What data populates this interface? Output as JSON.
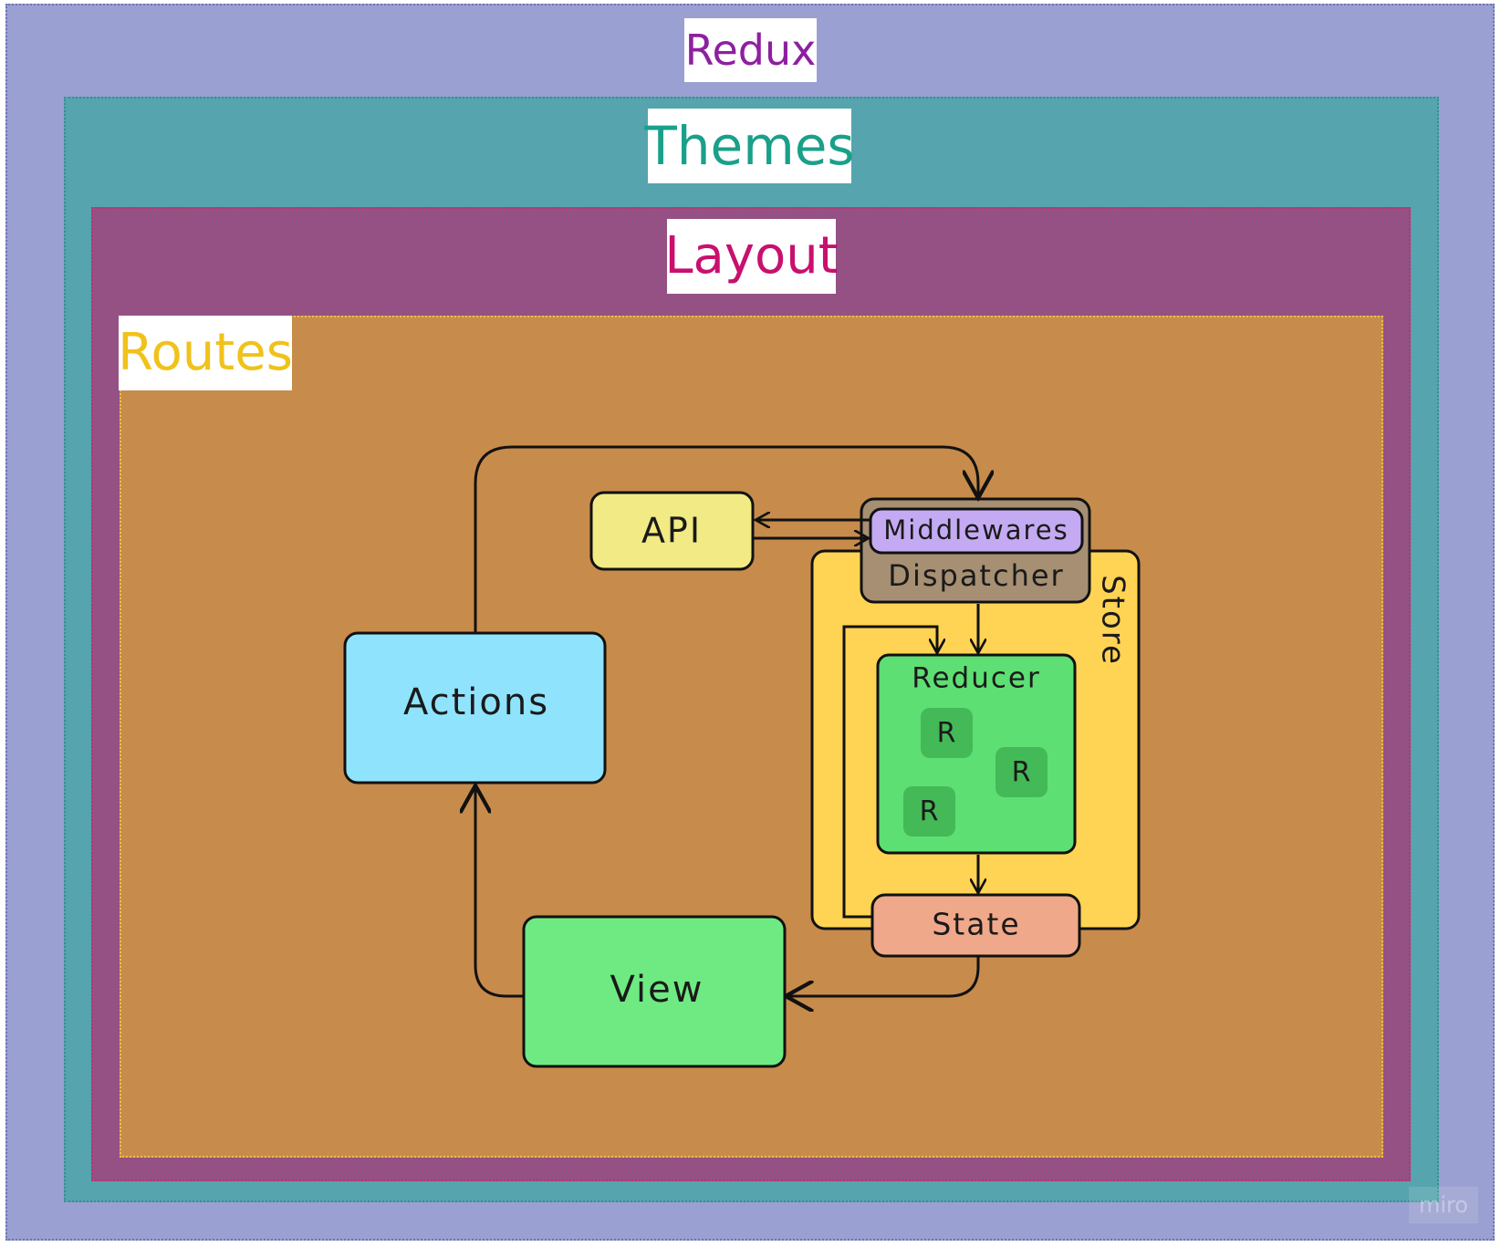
{
  "layers": {
    "redux": "Redux",
    "themes": "Themes",
    "layout": "Layout",
    "routes": "Routes"
  },
  "nodes": {
    "actions": "Actions",
    "api": "API",
    "middlewares": "Middlewares",
    "dispatcher": "Dispatcher",
    "store": "Store",
    "reducer": "Reducer",
    "reducer_items": [
      "R",
      "R",
      "R"
    ],
    "state": "State",
    "view": "View"
  },
  "watermark": "miro",
  "colors": {
    "redux_bg": "#9aa0d1",
    "themes_bg": "#55a4ae",
    "layout_bg": "#955184",
    "routes_bg": "#c78b4b",
    "actions": "#8fe3fd",
    "api": "#f2ea85",
    "middlewares": "#c4aaf2",
    "dispatcher": "#a68f73",
    "store": "#ffd455",
    "reducer": "#5ddf73",
    "reducer_item": "#44b957",
    "state": "#f0a88a",
    "view": "#6fea82"
  }
}
